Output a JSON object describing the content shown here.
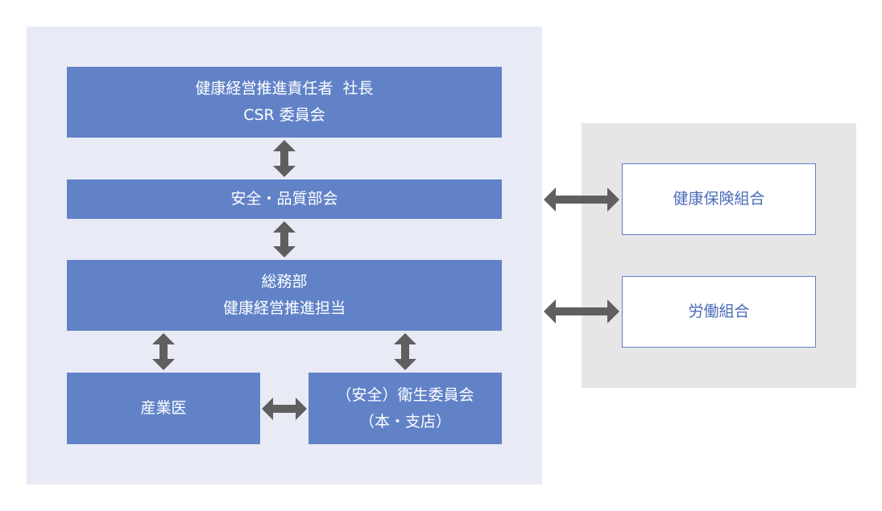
{
  "diagram": {
    "nodes": {
      "ceo": {
        "lines": [
          "健康経営推進責任者  社長",
          "CSR 委員会"
        ]
      },
      "safety_quality": {
        "lines": [
          "安全・品質部会"
        ]
      },
      "general_affairs": {
        "lines": [
          "総務部",
          "健康経営推進担当"
        ]
      },
      "occupational_physician": {
        "lines": [
          "産業医"
        ]
      },
      "health_committee": {
        "lines": [
          "（安全）衛生委員会",
          "（本・支店）"
        ]
      },
      "health_insurance_union": {
        "lines": [
          "健康保険組合"
        ]
      },
      "labor_union": {
        "lines": [
          "労働組合"
        ]
      }
    },
    "connections": [
      {
        "from": "ceo",
        "to": "safety_quality",
        "type": "bidirectional"
      },
      {
        "from": "safety_quality",
        "to": "general_affairs",
        "type": "bidirectional"
      },
      {
        "from": "general_affairs",
        "to": "occupational_physician",
        "type": "bidirectional"
      },
      {
        "from": "general_affairs",
        "to": "health_committee",
        "type": "bidirectional"
      },
      {
        "from": "occupational_physician",
        "to": "health_committee",
        "type": "bidirectional"
      },
      {
        "from": "safety_quality",
        "to": "health_insurance_union",
        "type": "bidirectional"
      },
      {
        "from": "general_affairs",
        "to": "labor_union",
        "type": "bidirectional"
      }
    ],
    "colors": {
      "company_panel": "#e8ebf6",
      "external_panel": "#e6e6e6",
      "node_fill": "#6182c7",
      "external_node_border": "#5f7fc5",
      "external_node_text": "#4a6bb8",
      "arrow": "#5f5f5f"
    }
  }
}
